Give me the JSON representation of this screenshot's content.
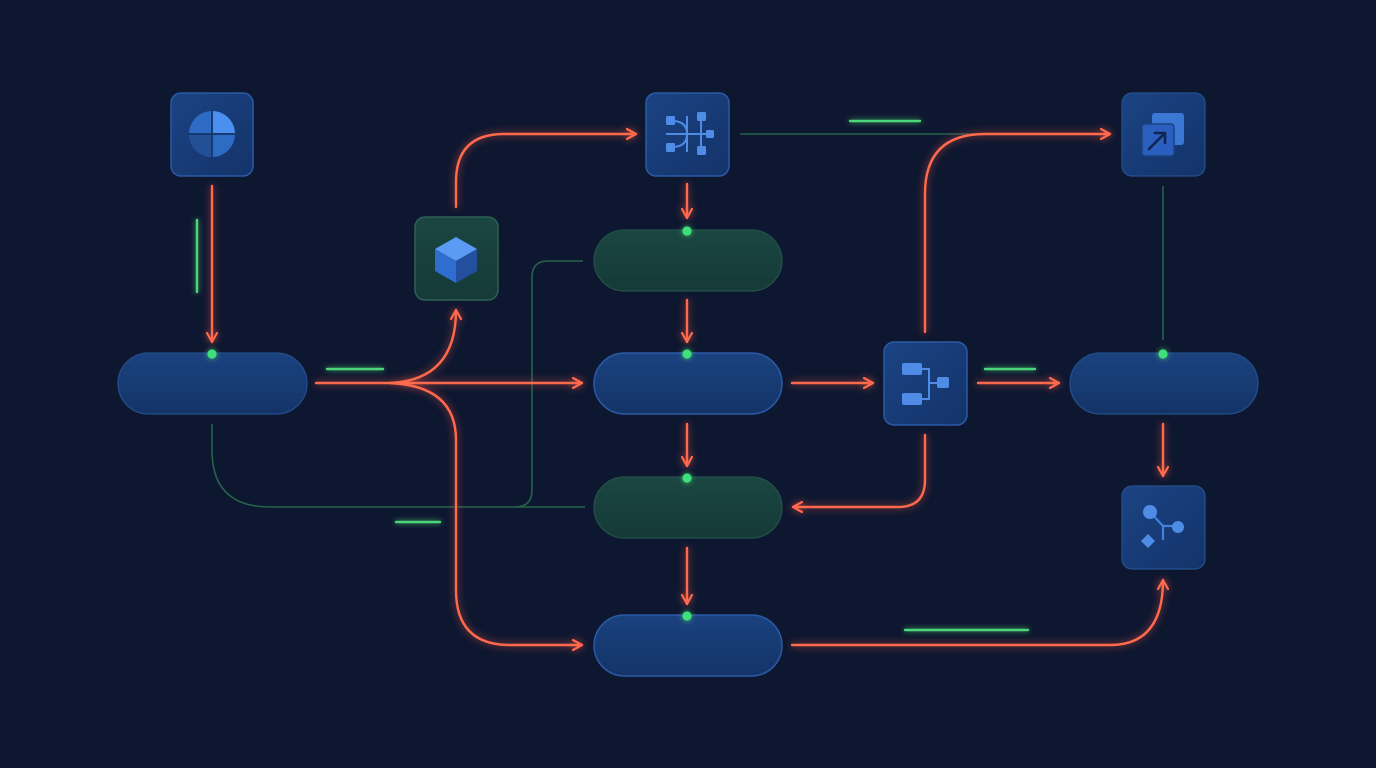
{
  "colors": {
    "background": "#0e1730",
    "flow_arrow": "#ff6a4d",
    "secondary_connector": "#2f7a55",
    "highlight_dash": "#4cd67a",
    "port_dot": "#3de07a",
    "blue_node_fill": "#163a72",
    "green_node_fill": "#173f3c",
    "icon_tile_fill": "#173a73",
    "icon_blue": "#3f82e0"
  },
  "icons": [
    {
      "id": "tile-top-left",
      "name": "pie-chart-icon"
    },
    {
      "id": "tile-cube",
      "name": "cube-icon"
    },
    {
      "id": "tile-top-center",
      "name": "network-tree-icon"
    },
    {
      "id": "tile-top-right",
      "name": "external-link-icon"
    },
    {
      "id": "tile-mid-right",
      "name": "hierarchy-icon"
    },
    {
      "id": "tile-bottom-right",
      "name": "branch-nodes-icon"
    }
  ],
  "pills": [
    {
      "id": "pill-left",
      "kind": "blue",
      "label": ""
    },
    {
      "id": "pill-center-top",
      "kind": "green",
      "label": ""
    },
    {
      "id": "pill-center-mid",
      "kind": "blue",
      "label": ""
    },
    {
      "id": "pill-center-low",
      "kind": "green",
      "label": ""
    },
    {
      "id": "pill-center-bottom",
      "kind": "blue",
      "label": ""
    },
    {
      "id": "pill-right",
      "kind": "blue",
      "label": ""
    }
  ]
}
